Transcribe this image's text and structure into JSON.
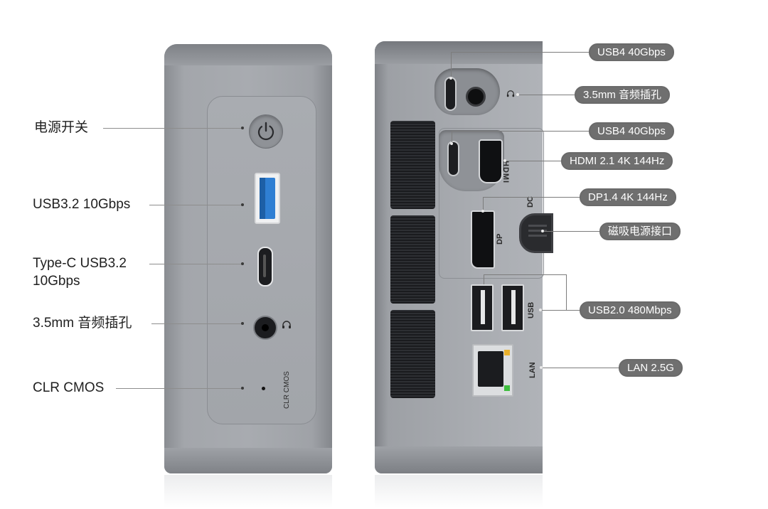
{
  "front_labels": {
    "power": "电源开关",
    "usb_a": "USB3.2 10Gbps",
    "type_c_line1": "Type-C  USB3.2",
    "type_c_line2": "10Gbps",
    "audio": "3.5mm 音频插孔",
    "clr_cmos": "CLR CMOS"
  },
  "front_panel_text": {
    "clr_cmos_print": "CLR CMOS"
  },
  "rear_labels": {
    "usb4_top": "USB4 40Gbps",
    "audio": "3.5mm 音频插孔",
    "usb4_mid": "USB4 40Gbps",
    "hdmi": "HDMI 2.1 4K 144Hz",
    "dp": "DP1.4 4K 144Hz",
    "dc": "磁吸电源接口",
    "usb2": "USB2.0 480Mbps",
    "lan": "LAN 2.5G"
  },
  "rear_panel_text": {
    "hdmi_logo": "HDMI",
    "dp_print": "DP",
    "dc_print": "DC",
    "usb_print": "USB",
    "lan_print": "LAN"
  },
  "icons": [
    "power-icon",
    "headphone-icon",
    "usb-a-port",
    "usb-c-port",
    "hdmi-port",
    "displayport-port",
    "dc-magnetic-port",
    "rj45-port"
  ],
  "colors": {
    "pill_bg": "#6f6f6f",
    "device_gray": "#a8abb0",
    "usb3_blue": "#2f7fd3"
  }
}
